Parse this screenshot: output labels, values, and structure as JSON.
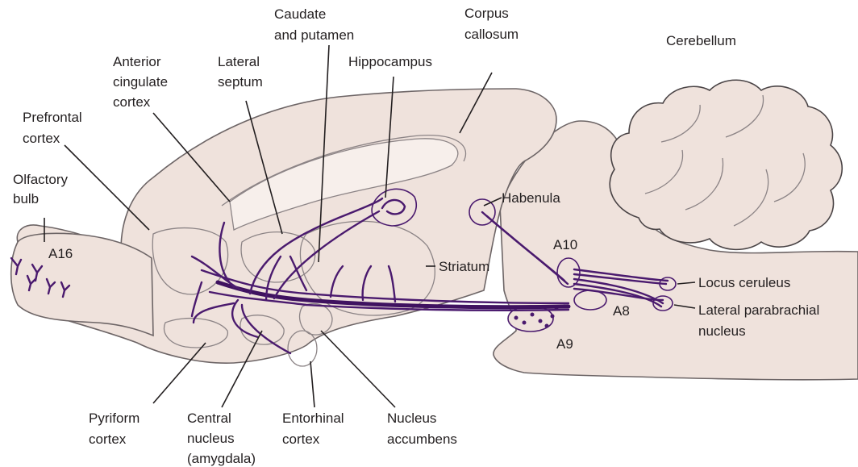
{
  "labels": {
    "caudate": [
      "Caudate",
      "and putamen"
    ],
    "corpus_callosum": [
      "Corpus",
      "callosum"
    ],
    "cerebellum": "Cerebellum",
    "anterior_cingulate": [
      "Anterior",
      "cingulate",
      "cortex"
    ],
    "lateral_septum": [
      "Lateral",
      "septum"
    ],
    "hippocampus": "Hippocampus",
    "prefrontal": [
      "Prefrontal",
      "cortex"
    ],
    "olfactory": [
      "Olfactory",
      "bulb"
    ],
    "habenula": "Habenula",
    "a16": "A16",
    "a10": "A10",
    "a8": "A8",
    "a9": "A9",
    "striatum": "Striatum",
    "locus_ceruleus": "Locus ceruleus",
    "lateral_parabrachial": [
      "Lateral parabrachial",
      "nucleus"
    ],
    "pyriform": [
      "Pyriform",
      "cortex"
    ],
    "central_nucleus": [
      "Central",
      "nucleus",
      "(amygdala)"
    ],
    "entorhinal": [
      "Entorhinal",
      "cortex"
    ],
    "nucleus_accumbens": [
      "Nucleus",
      "accumbens"
    ]
  },
  "colors": {
    "tissue": "#efe2dc",
    "pathway": "#4a1a6e",
    "outline": "#6d6566",
    "text": "#231f20"
  }
}
